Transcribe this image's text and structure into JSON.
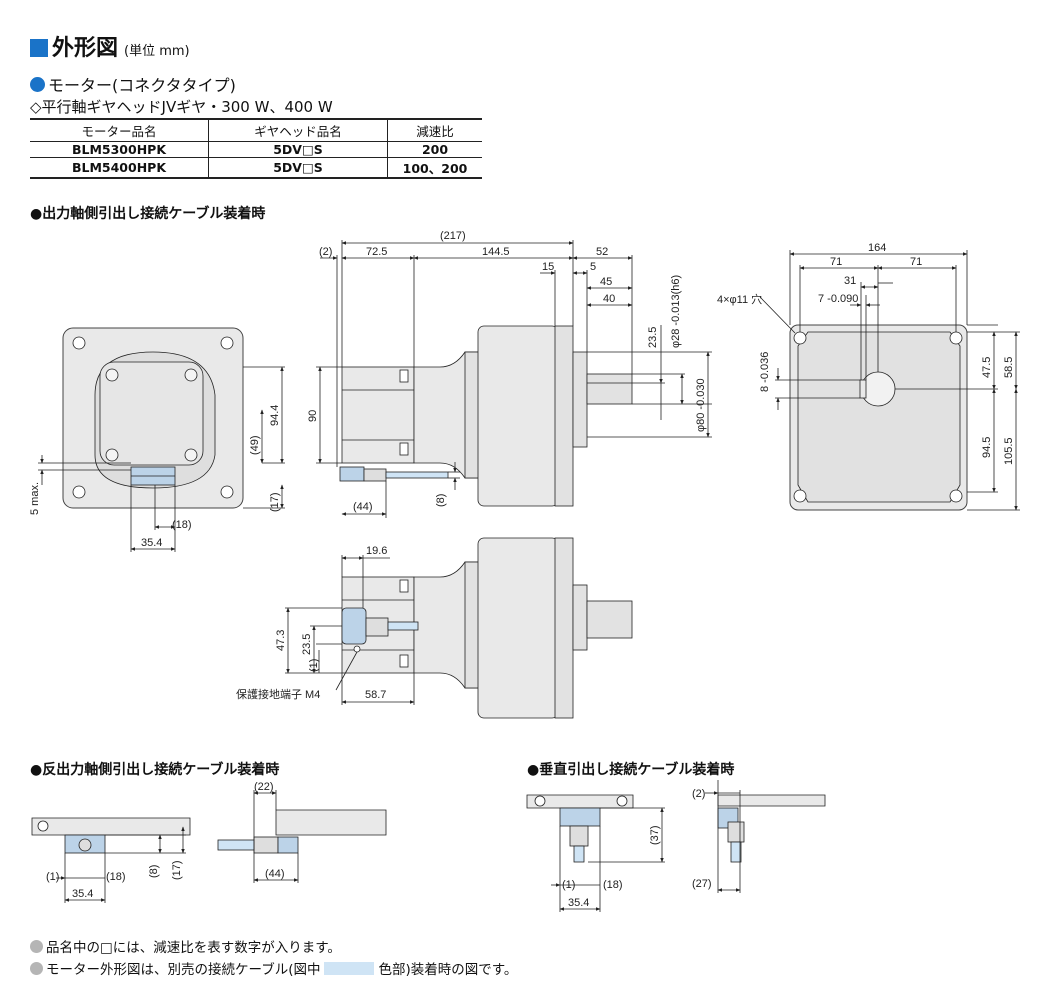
{
  "header": {
    "title": "外形図",
    "unit": "(単位 mm)"
  },
  "section": {
    "heading": "モーター(コネクタタイプ)",
    "subheading": "◇平行軸ギヤヘッドJVギヤ・300 W、400 W"
  },
  "table": {
    "columns": [
      "モーター品名",
      "ギヤヘッド品名",
      "減速比"
    ],
    "rows": [
      [
        "BLM5300HPK",
        "5DV□S",
        "200"
      ],
      [
        "BLM5400HPK",
        "5DV□S",
        "100、200"
      ]
    ]
  },
  "headings": {
    "output_side": "●出力軸側引出し接続ケーブル装着時",
    "opposite_side": "●反出力軸側引出し接続ケーブル装着時",
    "vertical": "●垂直引出し接続ケーブル装着時"
  },
  "dims": {
    "d217": "(217)",
    "d2a": "(2)",
    "d72_5": "72.5",
    "d144_5": "144.5",
    "d52": "52",
    "d15": "15",
    "d5": "5",
    "d45": "45",
    "d40": "40",
    "d23_5": "23.5",
    "phi28": "φ28 -0.013(h6)",
    "phi80": "φ80 -0.030",
    "d90": "90",
    "d44": "(44)",
    "d8": "(8)",
    "d94_4": "94.4",
    "d49": "(49)",
    "d17": "(17)",
    "d5max": "5 max.",
    "d18": "(18)",
    "d35_4": "35.4",
    "d164": "164",
    "d71a": "71",
    "d71b": "71",
    "d31": "31",
    "d7": "7 -0.090",
    "holes": "4×φ11 穴",
    "d8key": "8 -0.036",
    "d47_5": "47.5",
    "d58_5": "58.5",
    "d94_5": "94.5",
    "d105_5": "105.5",
    "d19_6": "19.6",
    "d47_3": "47.3",
    "d23_5b": "23.5",
    "d1": "(1)",
    "d58_7": "58.7",
    "ground": "保護接地端子 M4",
    "b_d1": "(1)",
    "b_d18": "(18)",
    "b_d35_4": "35.4",
    "b_d8": "(8)",
    "b_d17": "(17)",
    "b_d22": "(22)",
    "b_d44": "(44)",
    "c_d37": "(37)",
    "c_d1": "(1)",
    "c_d18": "(18)",
    "c_d35_4": "35.4",
    "c_d2": "(2)",
    "c_d27": "(27)"
  },
  "notes": {
    "n1": "品名中の□には、減速比を表す数字が入ります。",
    "n2a": "モーター外形図は、別売の接続ケーブル(図中",
    "n2b": "色部)装着時の図です。"
  },
  "colors": {
    "accent": "#1a73c8",
    "body": "#e9e9e9",
    "cable": "#cfe4f5"
  }
}
